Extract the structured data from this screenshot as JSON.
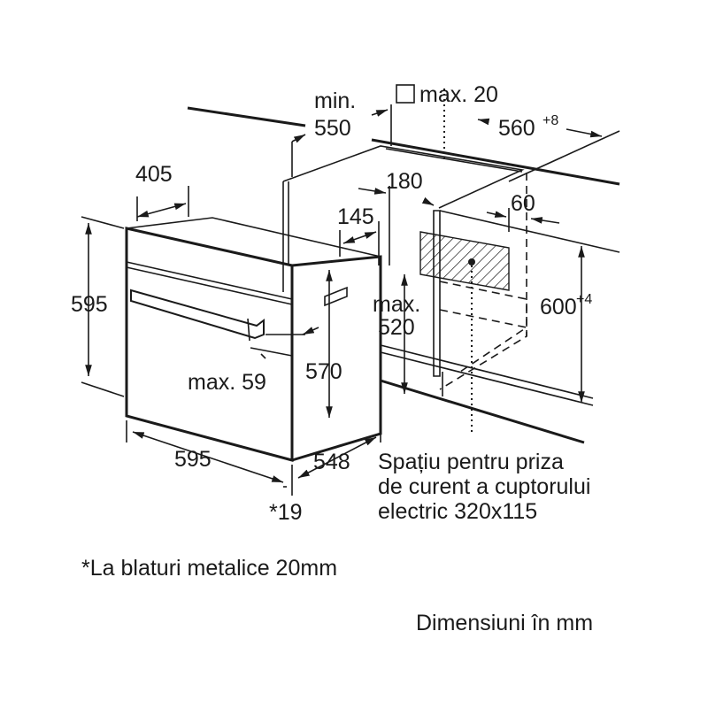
{
  "dimensions": {
    "min_label": "min.",
    "min_value": "550",
    "max20": "max. 20",
    "width_niche": "560",
    "width_niche_tol": "+8",
    "depth_405": "405",
    "d180": "180",
    "d145": "145",
    "d60": "60",
    "height_595": "595",
    "max_label": "max.",
    "max_520": "520",
    "height_niche": "600",
    "height_niche_tol": "+4",
    "max59": "max. 59",
    "h570": "570",
    "width_595": "595",
    "depth_548": "548",
    "star19": "*19"
  },
  "socket_note": [
    "Spațiu pentru priza",
    "de curent a cuptorului",
    "electric 320x115"
  ],
  "footnote": "*La blaturi metalice 20mm",
  "units_note": "Dimensiuni în mm"
}
